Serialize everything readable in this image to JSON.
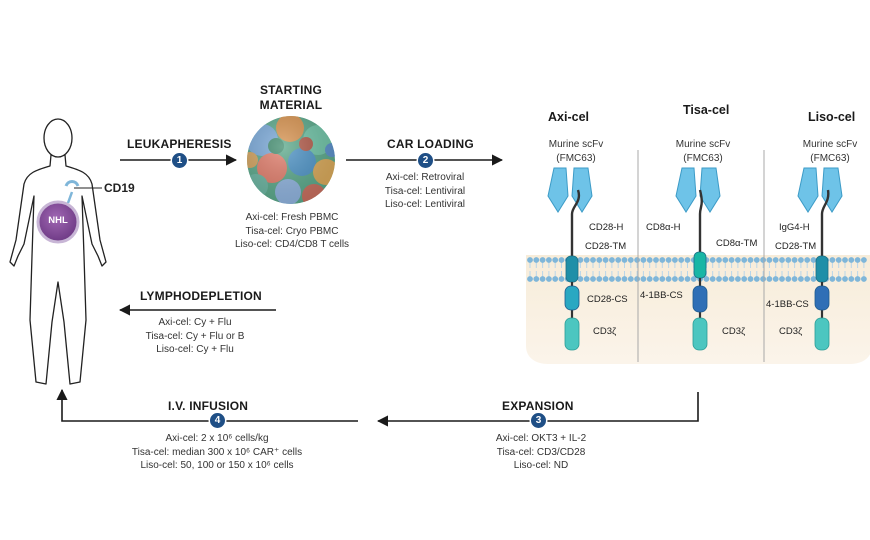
{
  "patient": {
    "target_label": "CD19",
    "tumor_label": "NHL"
  },
  "starting": {
    "title_line1": "STARTING",
    "title_line2": "MATERIAL",
    "lines": [
      "Axi-cel: Fresh PBMC",
      "Tisa-cel: Cryo PBMC",
      "Liso-cel: CD4/CD8 T cells"
    ]
  },
  "steps": [
    {
      "num": "1",
      "title": "LEUKAPHERESIS",
      "lines": []
    },
    {
      "num": "2",
      "title": "CAR LOADING",
      "lines": [
        "Axi-cel: Retroviral",
        "Tisa-cel: Lentiviral",
        "Liso-cel: Lentiviral"
      ]
    },
    {
      "num": "3",
      "title": "EXPANSION",
      "lines": [
        "Axi-cel: OKT3 + IL-2",
        "Tisa-cel: CD3/CD28",
        "Liso-cel: ND"
      ]
    },
    {
      "num": "4",
      "title": "I.V. INFUSION",
      "lines": [
        "Axi-cel: 2 x 10⁶ cells/kg",
        "Tisa-cel: median 300 x 10⁶ CAR⁺ cells",
        "Liso-cel: 50, 100 or 150 x 10⁶ cells"
      ]
    }
  ],
  "lymphodepletion": {
    "title": "LYMPHODEPLETION",
    "lines": [
      "Axi-cel: Cy + Flu",
      "Tisa-cel: Cy + Flu or B",
      "Liso-cel: Cy + Flu"
    ]
  },
  "constructs": [
    {
      "name": "Axi-cel",
      "scfv_line1": "Murine scFv",
      "scfv_line2": "(FMC63)",
      "hinge": "CD28-H",
      "tm": "CD28-TM",
      "costim": "CD28-CS",
      "signal": "CD3ζ",
      "colors": {
        "hinge": "#1f8fa8",
        "costim": "#2aa8c2",
        "signal": "#4cc6c0"
      }
    },
    {
      "name": "Tisa-cel",
      "scfv_line1": "Murine scFv",
      "scfv_line2": "(FMC63)",
      "hinge": "CD8α-H",
      "tm": "CD8α-TM",
      "costim": "4-1BB-CS",
      "signal": "CD3ζ",
      "colors": {
        "hinge": "#19b6a5",
        "costim": "#2f6fb6",
        "signal": "#4cc6c0"
      }
    },
    {
      "name": "Liso-cel",
      "scfv_line1": "Murine scFv",
      "scfv_line2": "(FMC63)",
      "hinge": "IgG4-H",
      "tm": "CD28-TM",
      "costim": "4-1BB-CS",
      "signal": "CD3ζ",
      "colors": {
        "hinge": "#1f8fa8",
        "costim": "#2f6fb6",
        "signal": "#4cc6c0"
      }
    }
  ],
  "colors": {
    "step_badge": "#1f4f86",
    "membrane": "#7fb6d9",
    "cytoplasm": "#f4e6cf",
    "scfv": "#6ec3e8",
    "tumor": "#8a4f9e"
  }
}
